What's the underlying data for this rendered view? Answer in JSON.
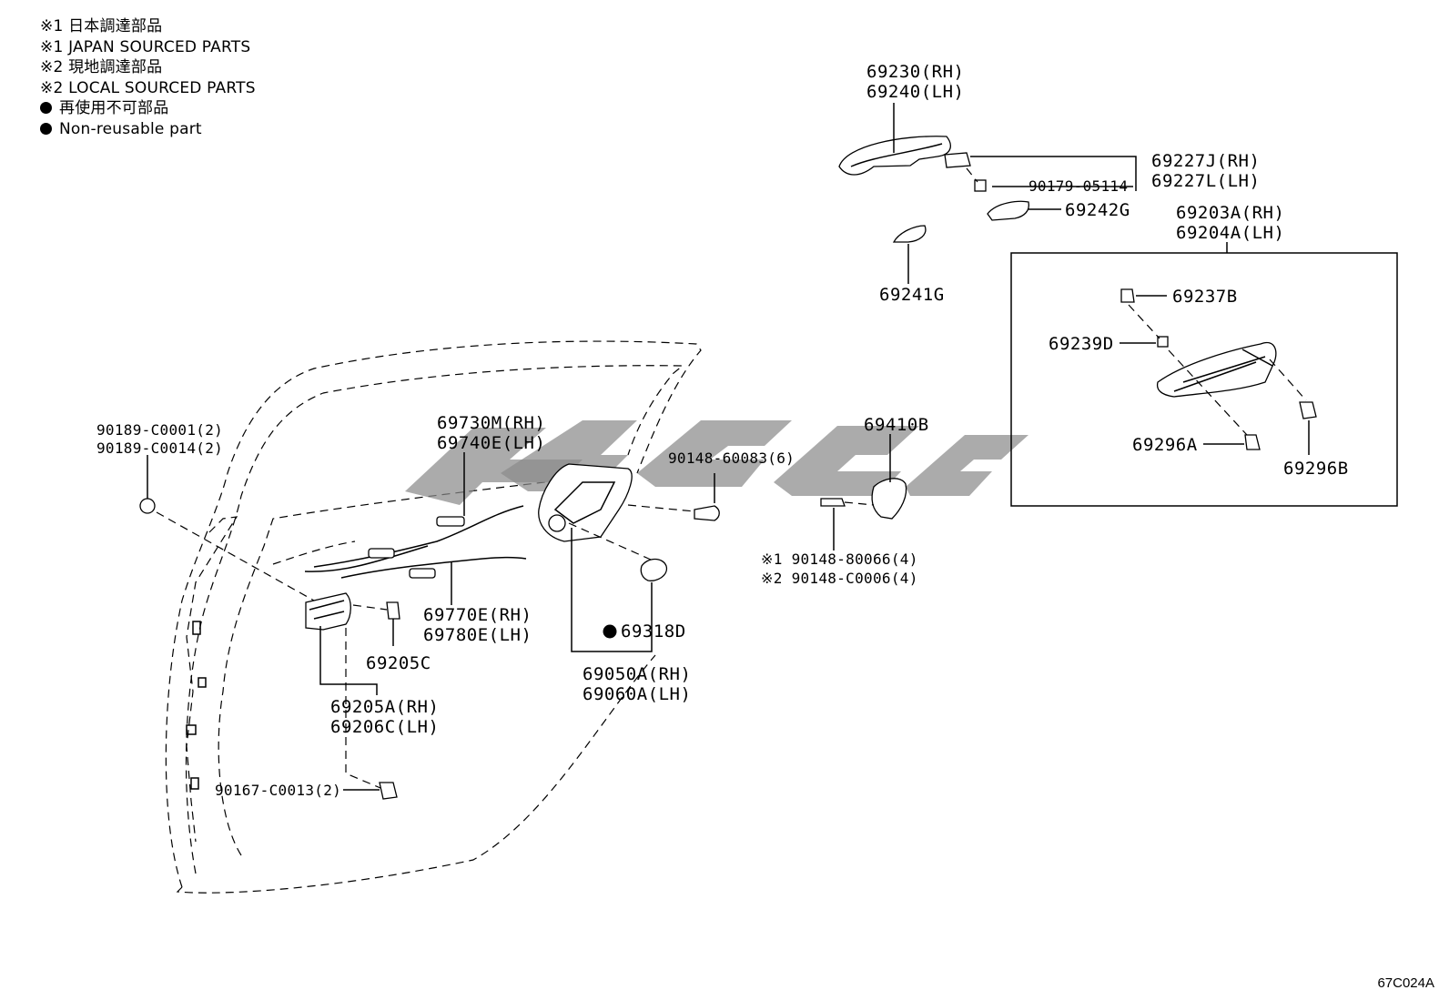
{
  "legend": {
    "line1": "※1 日本調達部品",
    "line2": "※1 JAPAN SOURCED PARTS",
    "line3": "※2 現地調達部品",
    "line4": "※2 LOCAL SOURCED PARTS",
    "line5": "再使用不可部品",
    "line6": "Non-reusable part"
  },
  "labels": {
    "p69230": "69230(RH)",
    "p69240": "69240(LH)",
    "p69227j": "69227J(RH)",
    "p69227l": "69227L(LH)",
    "p90179": "90179-05114",
    "p69242g": "69242G",
    "p69241g": "69241G",
    "p69203a": "69203A(RH)",
    "p69204a": "69204A(LH)",
    "p69237b": "69237B",
    "p69239d": "69239D",
    "p69296a": "69296A",
    "p69296b": "69296B",
    "p69410b": "69410B",
    "p90148_80066": "※1 90148-80066(4)",
    "p90148_c0006": "※2 90148-C0006(4)",
    "p90148_60083": "90148-60083(6)",
    "p69730m": "69730M(RH)",
    "p69740e": "69740E(LH)",
    "p69770e": "69770E(RH)",
    "p69780e": "69780E(LH)",
    "p69318d": "69318D",
    "p69050a": "69050A(RH)",
    "p69060a": "69060A(LH)",
    "p90189_1": "90189-C0001(2)",
    "p90189_2": "90189-C0014(2)",
    "p69205c": "69205C",
    "p69205a": "69205A(RH)",
    "p69206c": "69206C(LH)",
    "p90167": "90167-C0013(2)"
  },
  "diagram_code": "67C024A",
  "colors": {
    "line": "#000000",
    "watermark": "#8a8a8a",
    "background": "#ffffff"
  }
}
